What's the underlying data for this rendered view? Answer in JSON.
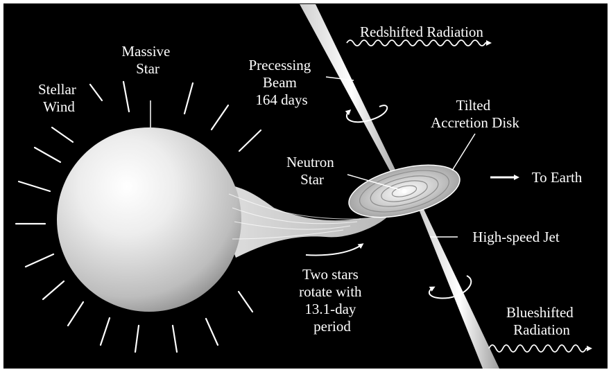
{
  "labels": {
    "redshifted": "Redshifted Radiation",
    "massive_star": [
      "Massive",
      "Star"
    ],
    "stellar_wind": [
      "Stellar",
      "Wind"
    ],
    "precessing_beam": [
      "Precessing",
      "Beam",
      "164 days"
    ],
    "tilted_disk": [
      "Tilted",
      "Accretion Disk"
    ],
    "neutron_star": [
      "Neutron",
      "Star"
    ],
    "to_earth": "To Earth",
    "high_speed_jet": "High-speed Jet",
    "two_stars": [
      "Two stars",
      "rotate with",
      "13.1-day",
      "period"
    ],
    "blueshifted": [
      "Blueshifted",
      "Radiation"
    ]
  },
  "colors": {
    "background": "#000000",
    "frame": "#ffffff",
    "ink": "#ffffff"
  }
}
